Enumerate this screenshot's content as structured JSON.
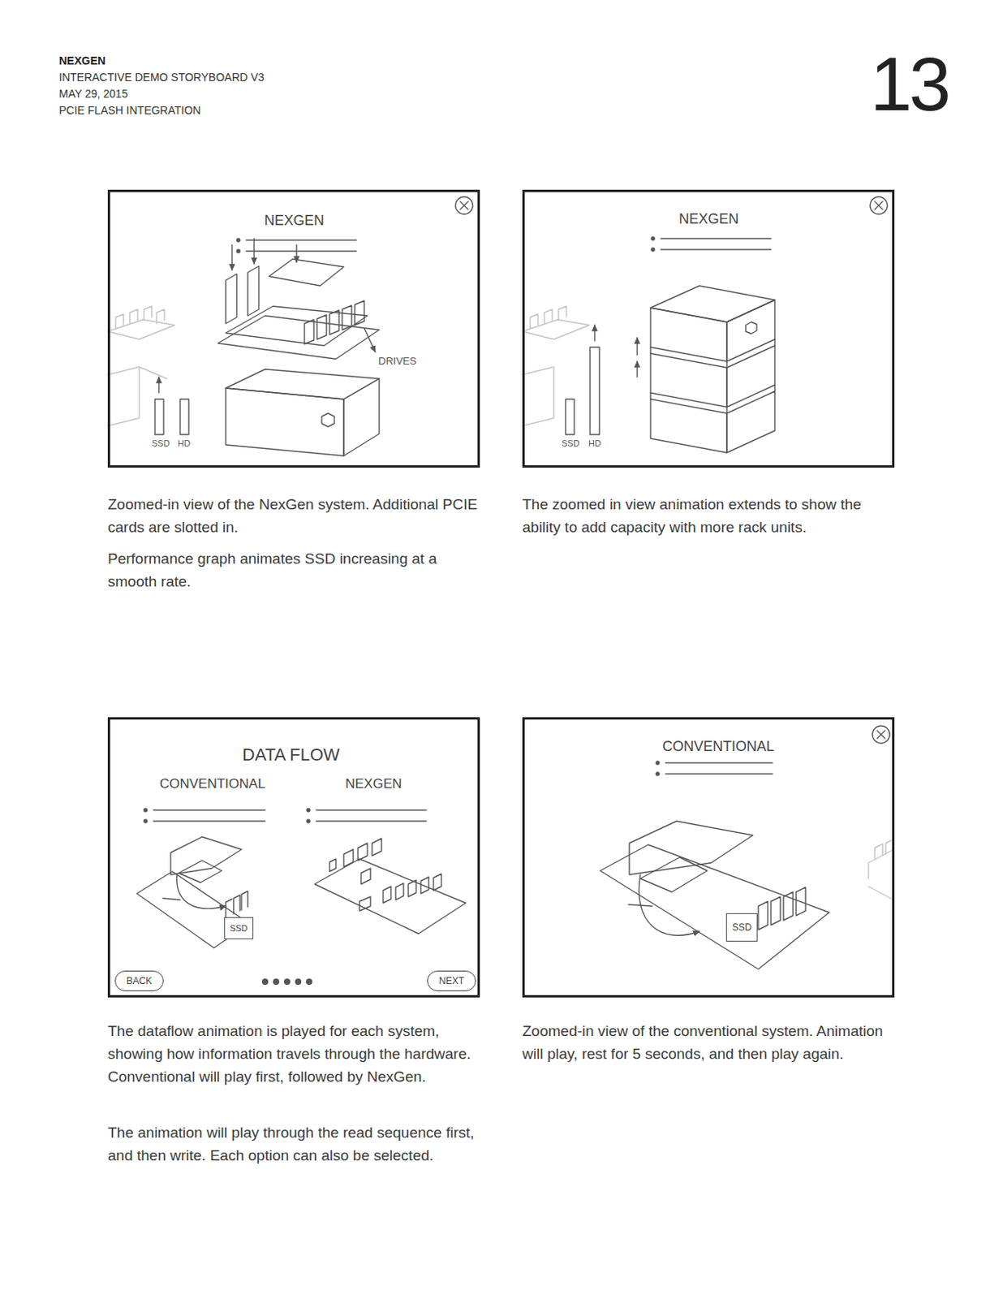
{
  "diagram": {
    "nodes": [
      {
        "text": [
          "NEXGEN"
        ]
      },
      {
        "text": [
          "NEXGEN"
        ]
      },
      {
        "text": [
          "DATA FLOW",
          "CONVENTIONAL",
          "NEXGEN"
        ]
      },
      {
        "text": [
          "SSD"
        ],
        "in": 2
      },
      {
        "text": [
          "BACK"
        ],
        "in": 2
      },
      {
        "text": [
          "NEXT"
        ],
        "in": 2
      },
      {
        "text": [
          "CONVENTIONAL"
        ]
      },
      {
        "text": [
          "SSD"
        ],
        "in": 6
      }
    ],
    "edges": [],
    "labels": [
      "NEXGEN",
      "INTERACTIVE DEMO STORYBOARD V3",
      "MAY 29, 2015",
      "PCIE FLASH INTEGRATION",
      "13",
      "DRIVES",
      "SSD",
      "HD",
      "SSD",
      "HD",
      "Zoomed-in view of the NexGen system. Additional PCIE cards are slotted in.",
      "Performance graph animates SSD increasing at a smooth rate.",
      "The zoomed in view animation extends to show the ability to add capacity with more rack units.",
      "The dataflow animation is played for each system, showing how information travels through the hardware. Conventional will play first, followed by NexGen.",
      "The animation will play through the read sequence first, and then write. Each option can also be selected.",
      "Zoomed-in view of the conventional system. Animation will play, rest for 5 seconds, and then play again."
    ]
  }
}
